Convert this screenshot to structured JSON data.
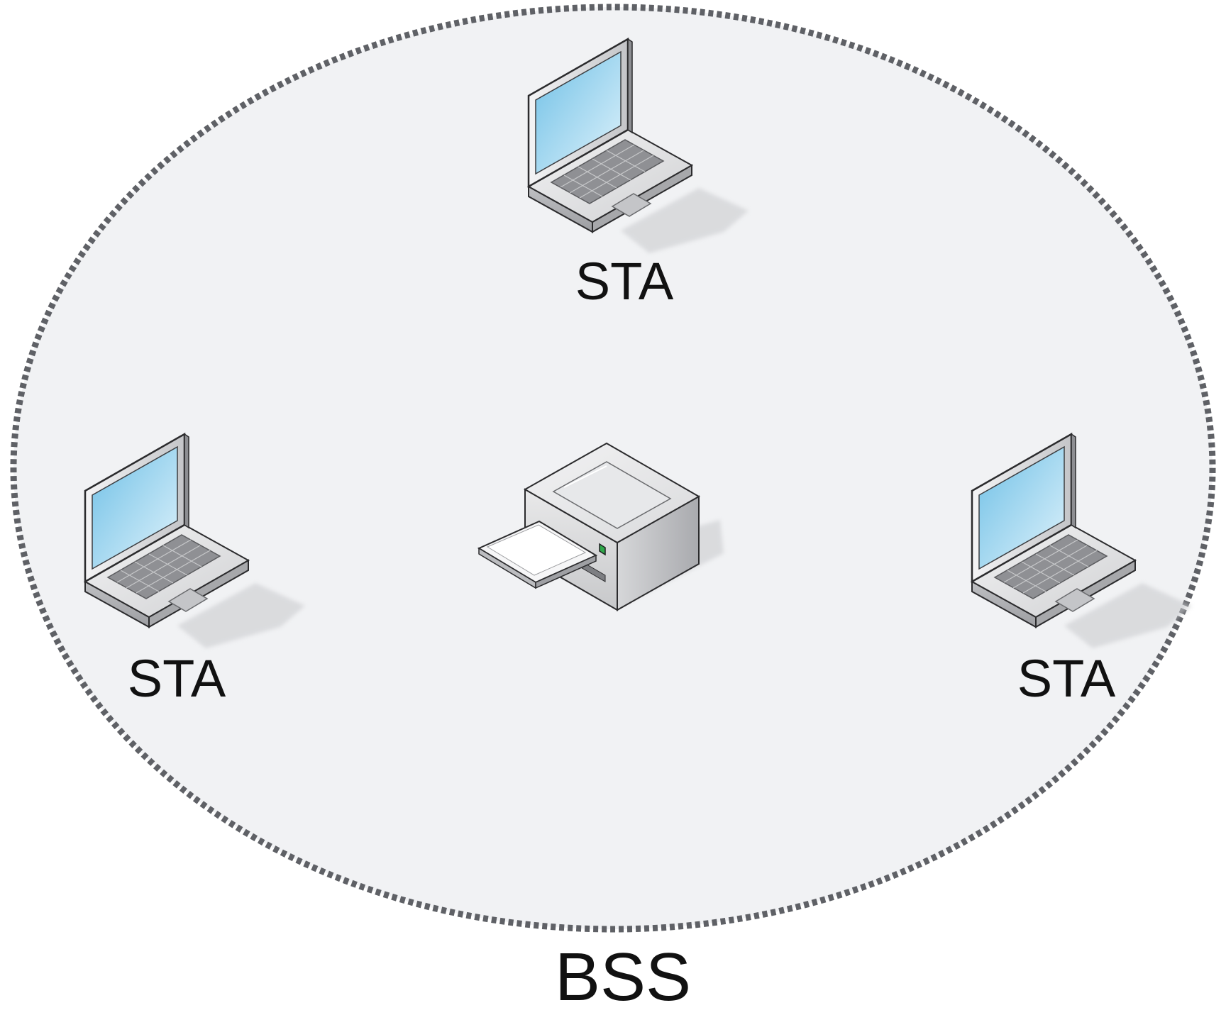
{
  "diagram": {
    "nodes": [
      {
        "id": "sta-top",
        "kind": "laptop",
        "label": "STA",
        "icon": "laptop-icon"
      },
      {
        "id": "sta-left",
        "kind": "laptop",
        "label": "STA",
        "icon": "laptop-icon"
      },
      {
        "id": "sta-right",
        "kind": "laptop",
        "label": "STA",
        "icon": "laptop-icon"
      },
      {
        "id": "printer-center",
        "kind": "printer",
        "label": "",
        "icon": "printer-icon"
      }
    ],
    "region": {
      "label": "BSS",
      "border_style": "dashed",
      "fill_color": "#f1f2f4",
      "border_color": "#5f6166"
    },
    "colors": {
      "screen_light": "#dff2fb",
      "screen_dark": "#6fc0e6",
      "device_body": "#d2d3d5",
      "text": "#111111"
    }
  }
}
